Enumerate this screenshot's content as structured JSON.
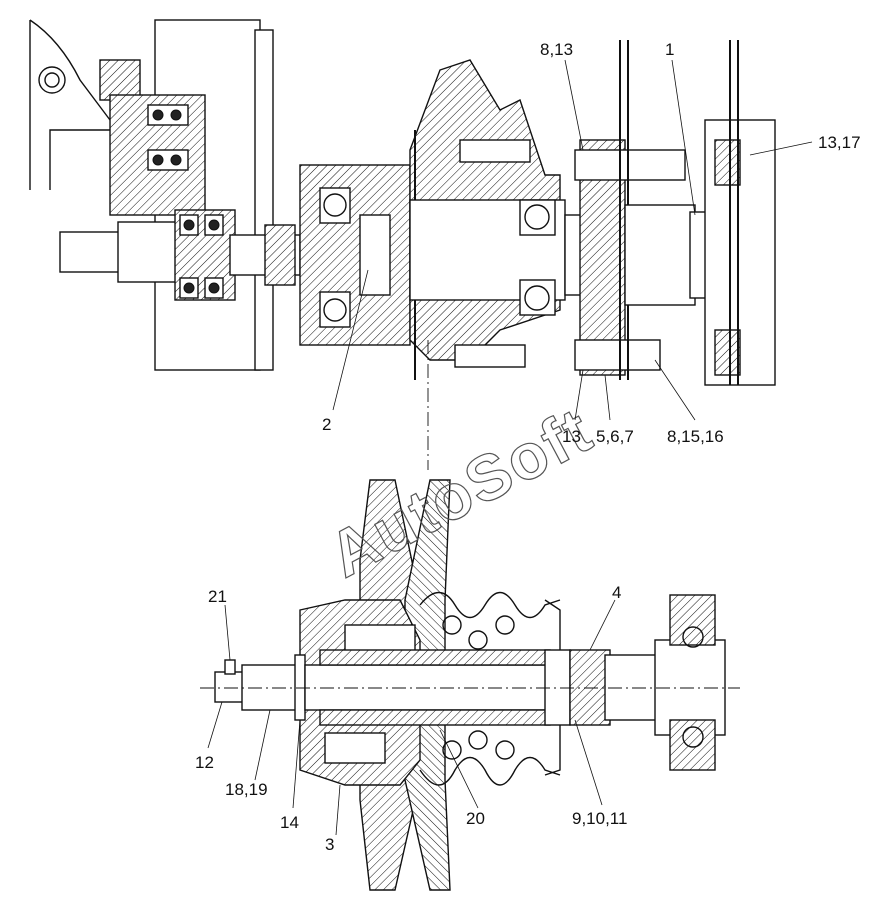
{
  "watermark": "AutoSoft",
  "callouts_top": {
    "c1": "8,13",
    "c2": "1",
    "c3": "13,17",
    "c4": "2",
    "c5": "13",
    "c6": "5,6,7",
    "c7": "8,15,16"
  },
  "callouts_bottom": {
    "c1": "21",
    "c2": "4",
    "c3": "12",
    "c4": "18,19",
    "c5": "14",
    "c6": "3",
    "c7": "20",
    "c8": "9,10,11"
  }
}
